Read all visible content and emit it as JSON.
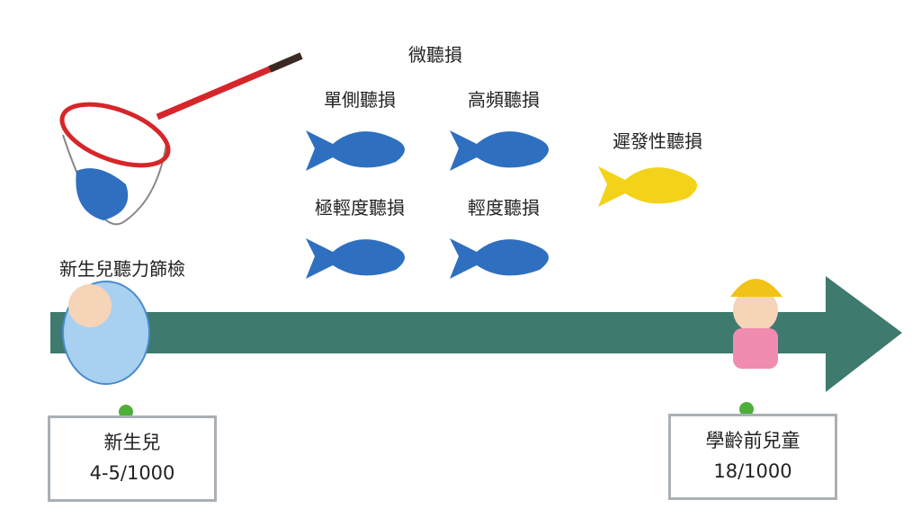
{
  "title": "微聽損",
  "fish": [
    {
      "label": "單側聽損",
      "color": "#2f6fc0"
    },
    {
      "label": "高頻聽損",
      "color": "#2f6fc0"
    },
    {
      "label": "極輕度聽損",
      "color": "#2f6fc0"
    },
    {
      "label": "輕度聽損",
      "color": "#2f6fc0"
    },
    {
      "label": "遲發性聽損",
      "color": "#f3d21a"
    }
  ],
  "screening_label": "新生兒聽力篩檢",
  "notes": [
    {
      "title": "新生兒",
      "value": "4-5/1000"
    },
    {
      "title": "學齡前兒童",
      "value": "18/1000"
    }
  ],
  "arrow_color": "#3e7a6e"
}
